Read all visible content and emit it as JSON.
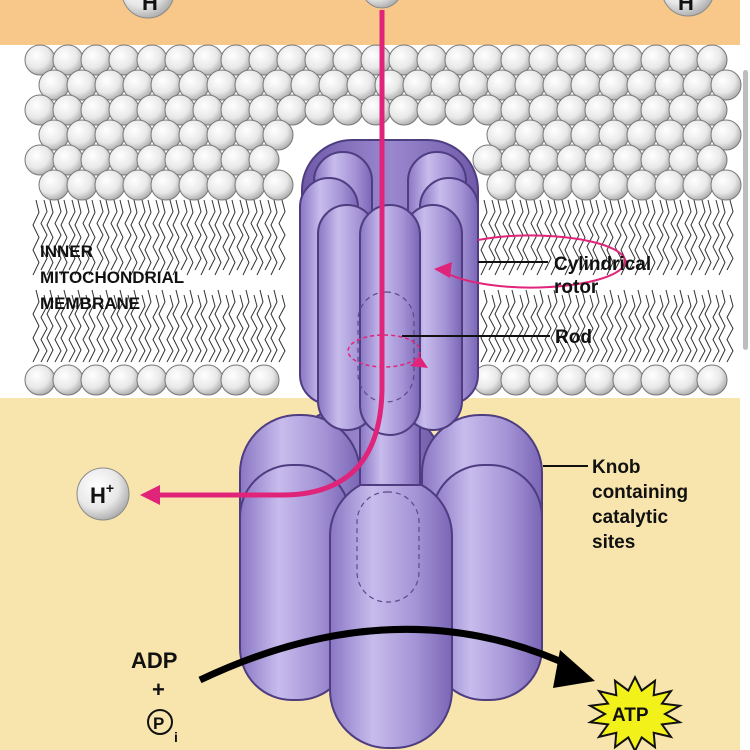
{
  "labels": {
    "membrane": [
      "INNER",
      "MITOCHONDRIAL",
      "MEMBRANE"
    ],
    "rotor": [
      "Cylindrical",
      "rotor"
    ],
    "rod": "Rod",
    "knob": [
      "Knob",
      "containing",
      "catalytic",
      "sites"
    ],
    "proton_top_left": "H",
    "proton_out_base": "H",
    "proton_out_sup": "+",
    "proton_top_right": "H",
    "adp": "ADP",
    "plus": "+",
    "phosphate_symbol": "P",
    "phosphate_sub": "i",
    "atp": "ATP"
  },
  "colors": {
    "intermembrane_space": "#f8c88a",
    "matrix": "#f8e5ad",
    "protein": "#a594d6",
    "protein_dark": "#6f5aa8",
    "proton_path": "#e0247a",
    "atp_star": "#f3f11a"
  },
  "icons": {
    "proton": "h-ion-circle",
    "phosphate": "circled-p",
    "atp": "starburst",
    "flow": "arrow"
  }
}
